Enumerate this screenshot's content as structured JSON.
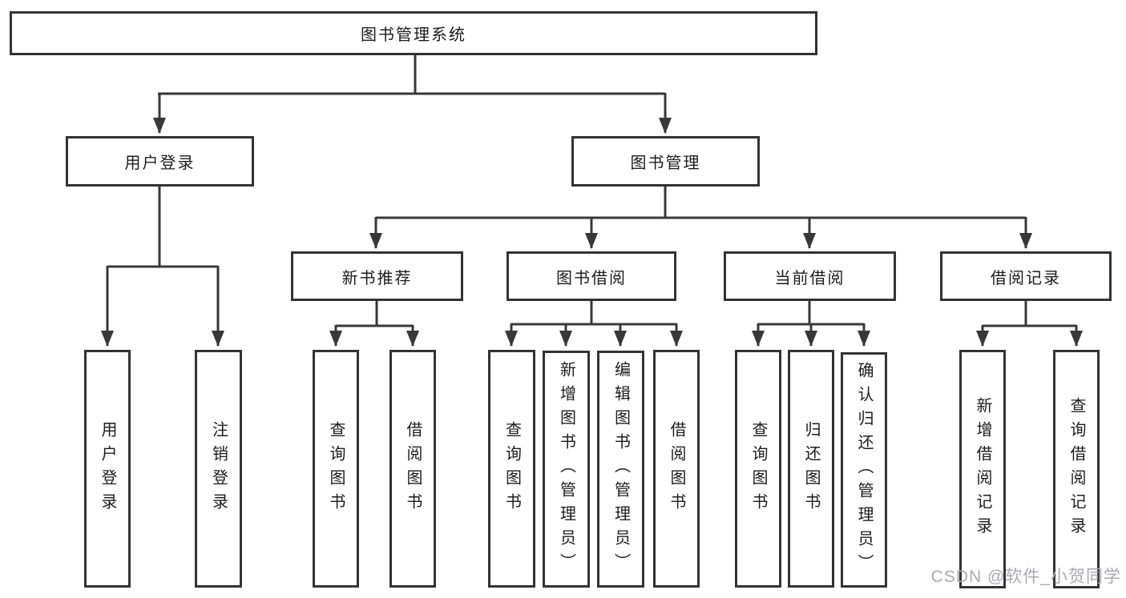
{
  "tree": {
    "root": "图书管理系统",
    "login": {
      "label": "用户登录",
      "children": [
        "用户登录",
        "注销登录"
      ]
    },
    "manage": {
      "label": "图书管理",
      "sections": [
        {
          "label": "新书推荐",
          "children": [
            "查询图书",
            "借阅图书"
          ]
        },
        {
          "label": "图书借阅",
          "children": [
            "查询图书",
            "新增图书（管理员）",
            "编辑图书（管理员）",
            "借阅图书"
          ]
        },
        {
          "label": "当前借阅",
          "children": [
            "查询图书",
            "归还图书",
            "确认归还（管理员）"
          ]
        },
        {
          "label": "借阅记录",
          "children": [
            "新增借阅记录",
            "查询借阅记录"
          ]
        }
      ]
    }
  },
  "watermark": "CSDN @软件_小贺同学",
  "colors": {
    "line": "#383838",
    "box_border": "#333333",
    "box_fill": "#ffffff",
    "text": "#1c1c1c",
    "watermark": "#a9a9b0"
  }
}
